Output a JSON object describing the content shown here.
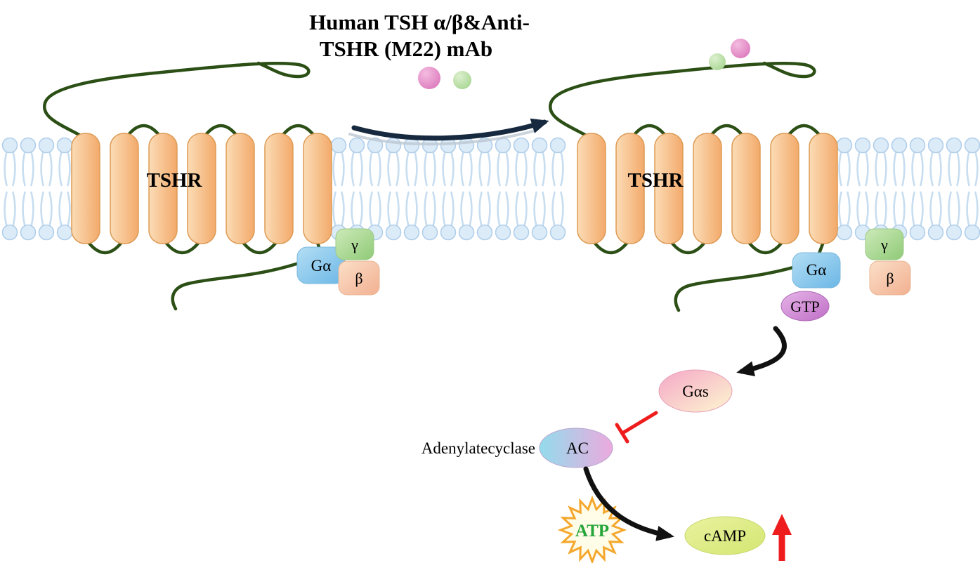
{
  "title": {
    "line1": "Human TSH α/β&Anti-",
    "line2": "TSHR (M22) mAb"
  },
  "left_receptor": {
    "label": "TSHR",
    "g_alpha_label": "Gα",
    "gamma_label": "γ",
    "beta_label": "β"
  },
  "right_receptor": {
    "label": "TSHR",
    "g_alpha_label": "Gα",
    "gtp_label": "GTP",
    "gamma_label": "γ",
    "beta_label": "β"
  },
  "cascade": {
    "g_alpha_s": "Gαs",
    "ac_abbr": "AC",
    "ac_name": "Adenylatecyclase",
    "atp": "ATP",
    "camp": "cAMP"
  },
  "colors": {
    "helix_orange": "#f3aa6b",
    "membrane_blue": "#dcebf8",
    "loop_green": "#2b4f15",
    "transition_arrow_navy": "#16293e",
    "signal_arrow_black": "#111111",
    "inhibition_red": "#ee1c1c",
    "camp_up_red": "#ee1c1c",
    "atp_text_green": "#27a53a",
    "atp_star_orange": "#f4a72c"
  }
}
